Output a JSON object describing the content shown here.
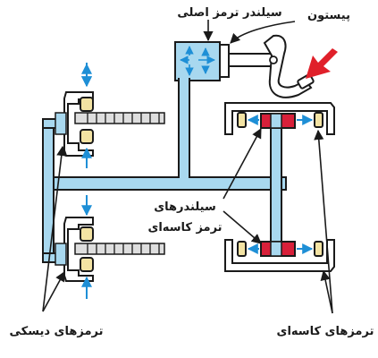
{
  "labels": {
    "master_cylinder": "سیلندر ترمز اصلی",
    "piston": "پیستون",
    "wheel_cylinders": "سیلندرهای",
    "wheel_cylinders_line2": "ترمز کاسه‌ای",
    "disc_brakes": "ترمزهای دیسکی",
    "drum_brakes": "ترمزهای کاسه‌ای"
  },
  "colors": {
    "fluid": "#a8d8ef",
    "outline": "#1a1a1a",
    "arrow_blue": "#1e8fd6",
    "pedal_force": "#e0202a",
    "piston_red": "#d8203a",
    "pad_yellow": "#f3e3a3",
    "rotor_gray": "#dedede"
  },
  "icons": {
    "pedal_force_arrow": "red-arrow-icon",
    "pressure_arrow": "blue-double-arrow-icon"
  }
}
